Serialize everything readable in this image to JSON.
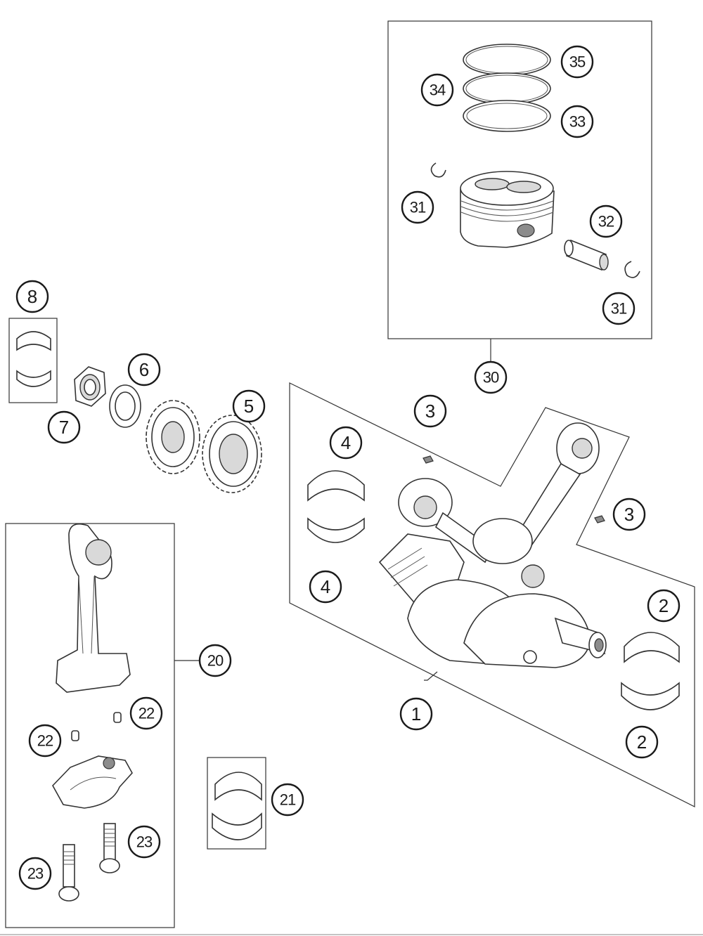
{
  "callouts": {
    "c1": "1",
    "c2a": "2",
    "c2b": "2",
    "c3a": "3",
    "c3b": "3",
    "c4a": "4",
    "c4b": "4",
    "c5": "5",
    "c6": "6",
    "c7": "7",
    "c8": "8",
    "c20": "20",
    "c21": "21",
    "c22a": "22",
    "c22b": "22",
    "c23a": "23",
    "c23b": "23",
    "c30": "30",
    "c31a": "31",
    "c31b": "31",
    "c32": "32",
    "c33": "33",
    "c34": "34",
    "c35": "35"
  }
}
